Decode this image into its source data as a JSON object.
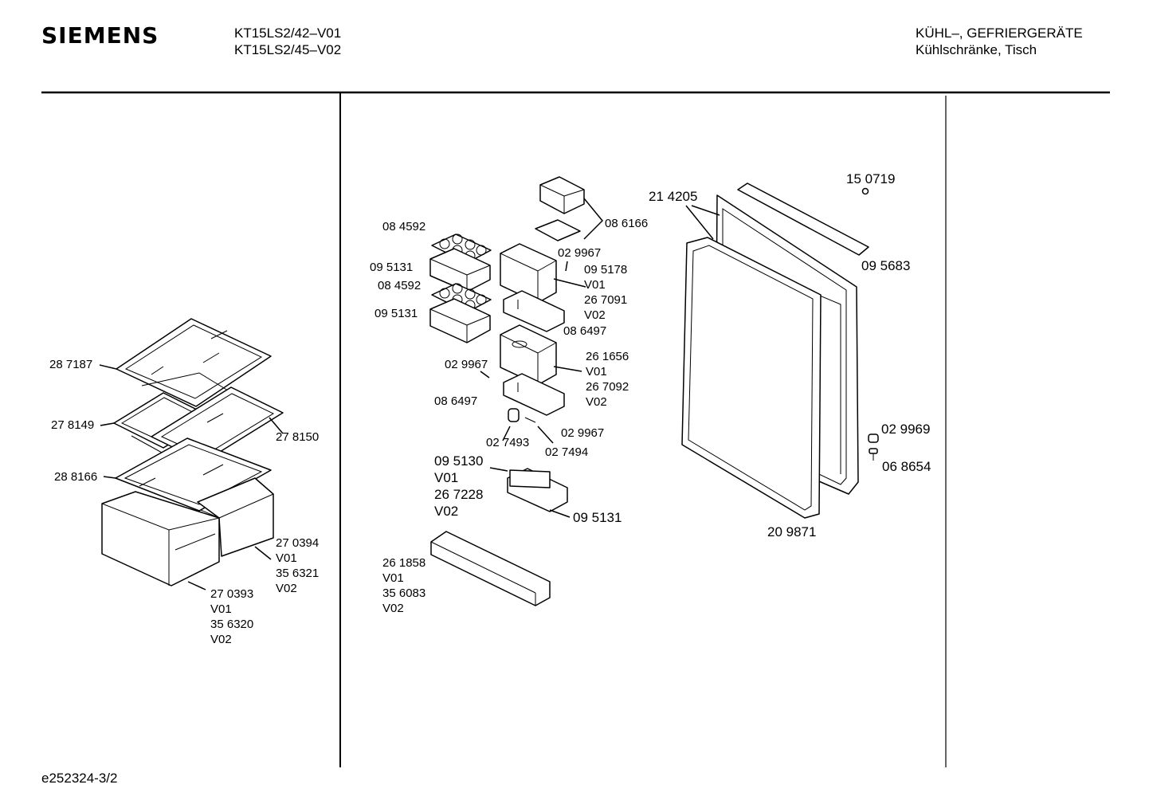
{
  "header": {
    "brand": "SIEMENS",
    "models": [
      "KT15LS2/42–V01",
      "KT15LS2/45–V02"
    ],
    "category": "KÜHL–, GEFRIERGERÄTE",
    "subcategory": "Kühlschränke, Tisch"
  },
  "footer": {
    "drawing_id": "e252324-3/2"
  },
  "labels": {
    "l_287187": "28 7187",
    "l_278149": "27 8149",
    "l_278150": "27 8150",
    "l_288166": "28 8166",
    "l_270394": [
      "27 0394",
      "V01",
      "35 6321",
      "V02"
    ],
    "l_270393": [
      "27 0393",
      "V01",
      "35 6320",
      "V02"
    ],
    "l_084592a": "08 4592",
    "l_095131a": "09 5131",
    "l_084592b": "08 4592",
    "l_095131b": "09 5131",
    "l_086166": "08 6166",
    "l_029967a": "02 9967",
    "l_095178": [
      "09 5178",
      "V01",
      "26 7091",
      "V02"
    ],
    "l_086497a": "08 6497",
    "l_029967b": "02 9967",
    "l_261656": [
      "26 1656",
      "V01",
      "26 7092",
      "V02"
    ],
    "l_086497b": "08 6497",
    "l_029967c": "02 9967",
    "l_027493": "02 7493",
    "l_027494": "02 7494",
    "l_095130": [
      "09 5130",
      "V01",
      "26 7228",
      "V02"
    ],
    "l_095131c": "09 5131",
    "l_261858": [
      "26 1858",
      "V01",
      "35 6083",
      "V02"
    ],
    "l_214205": "21 4205",
    "l_150719": "15 0719",
    "l_095683": "09 5683",
    "l_029969": "02 9969",
    "l_068654": "06 8654",
    "l_209871": "20 9871"
  }
}
